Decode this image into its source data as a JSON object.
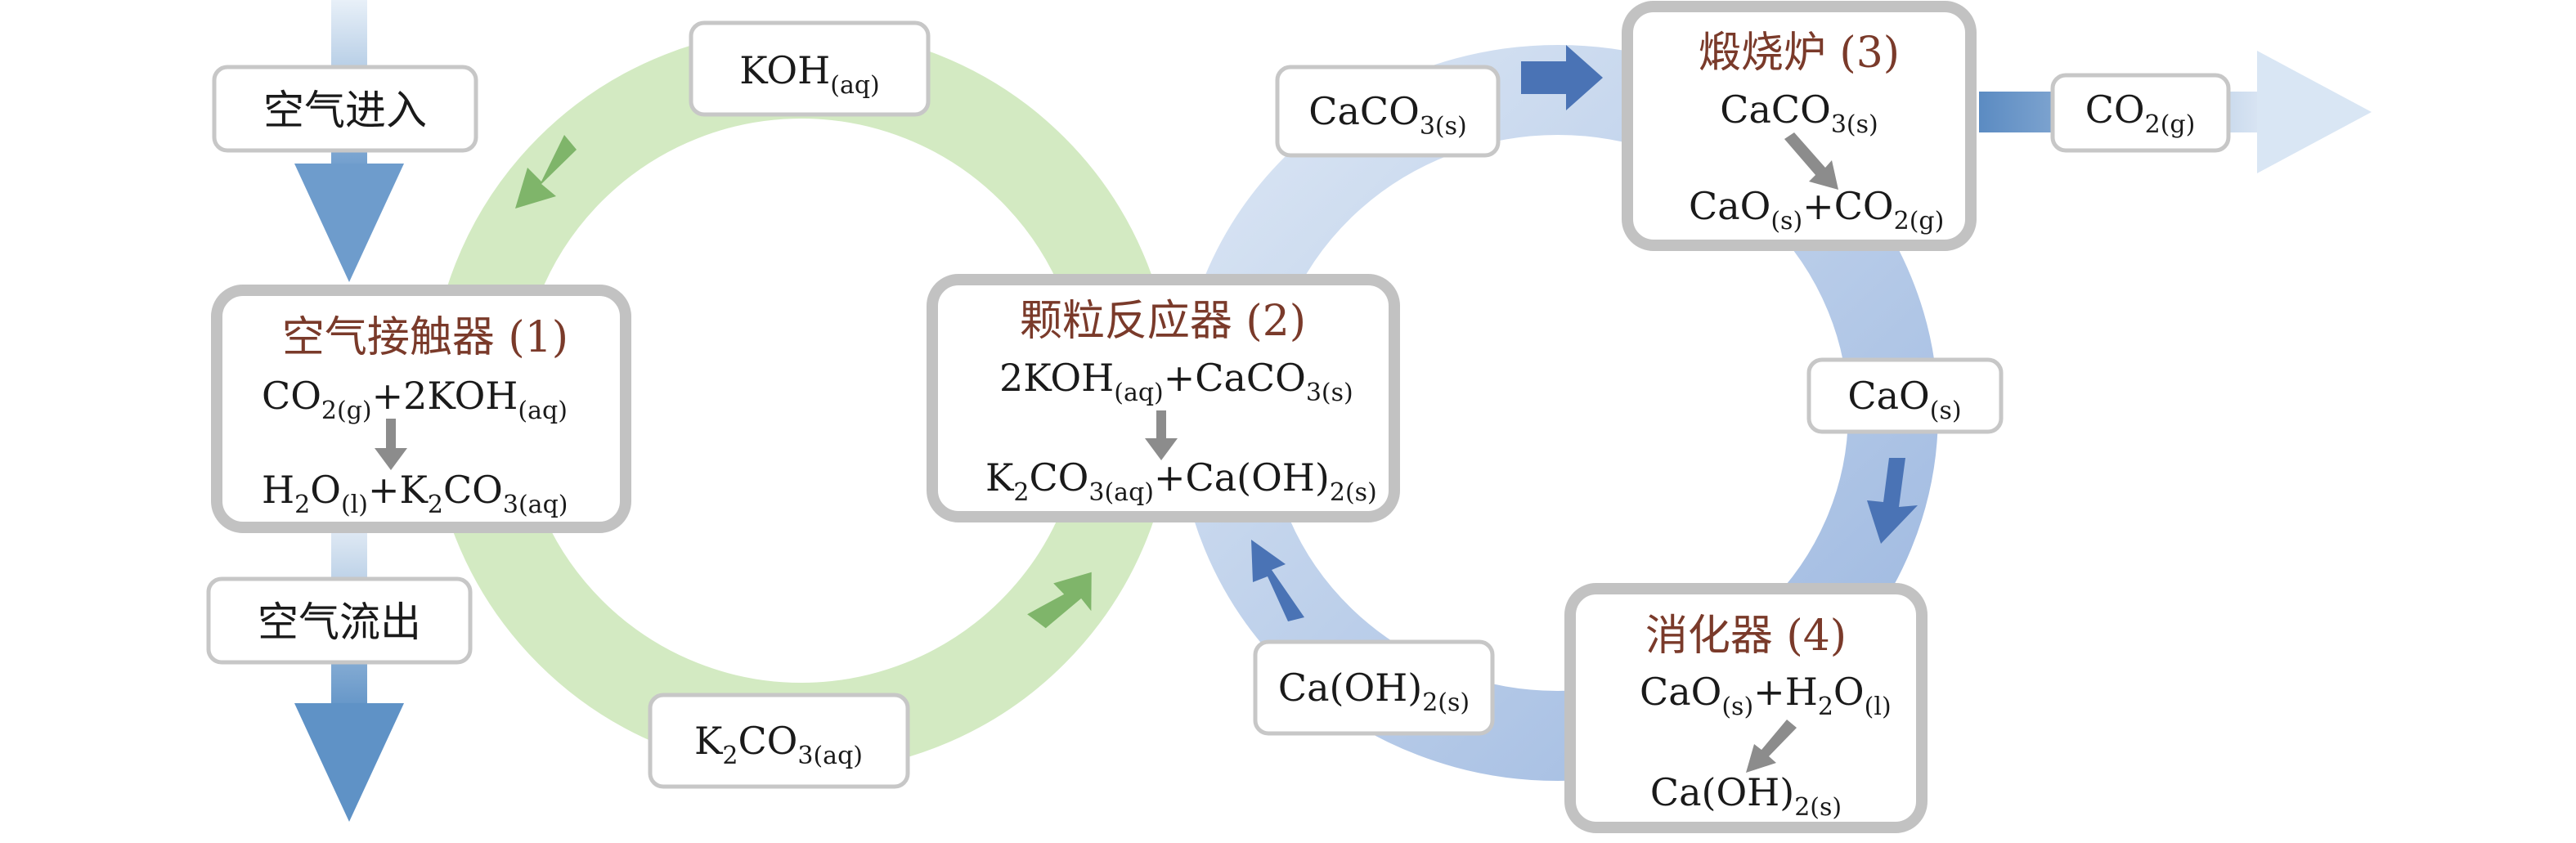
{
  "air": {
    "in_label": "空气进入",
    "out_label": "空气流出"
  },
  "labels": {
    "koh": {
      "main": "KOH",
      "sub": "(aq)"
    },
    "k2co3": {
      "p1": "K",
      "s1": "2",
      "p2": "CO",
      "s2": "3(aq)"
    },
    "caco3": {
      "main": "CaCO",
      "sub": "3(s)"
    },
    "co2": {
      "main": "CO",
      "sub": "2(g)"
    },
    "cao": {
      "main": "CaO",
      "sub": "(s)"
    },
    "caoh2": {
      "main": "Ca(OH)",
      "sub": "2(s)"
    }
  },
  "reactors": {
    "air_contactor": {
      "title": "空气接触器 (1)",
      "r1": {
        "a": "CO",
        "as": "2(g)",
        "b": "+2KOH",
        "bs": "(aq)"
      },
      "p1": {
        "a": "H",
        "as": "2",
        "b": "O",
        "bs": "(l)",
        "c": "+K",
        "cs": "2",
        "d": "CO",
        "ds": "3(aq)"
      }
    },
    "pellet_reactor": {
      "title": "颗粒反应器 (2)",
      "r1": {
        "a": "2KOH",
        "as": "(aq)",
        "b": "+CaCO",
        "bs": "3(s)"
      },
      "p1": {
        "a": "K",
        "as": "2",
        "b": "CO",
        "bs": "3(aq)",
        "c": "+Ca(OH)",
        "cs": "2(s)"
      }
    },
    "calciner": {
      "title": "煅烧炉 (3)",
      "r1": {
        "a": "CaCO",
        "as": "3(s)"
      },
      "p1": {
        "a": "CaO",
        "as": "(s)",
        "b": "+CO",
        "bs": "2(g)"
      }
    },
    "slaker": {
      "title": "消化器 (4)",
      "r1": {
        "a": "CaO",
        "as": "(s)",
        "b": "+H",
        "bs": "2",
        "c": "O",
        "cs": "(l)"
      },
      "p1": {
        "a": "Ca(OH)",
        "as": "2(s)"
      }
    }
  },
  "colors": {
    "green_loop": "#cfe8bd",
    "green_arrow": "#7fb56a",
    "blue_loop": "#b3c8e6",
    "blue_arrow": "#4a73b5",
    "title_text": "#7a3a2a",
    "box_border": "#c2c2c2"
  }
}
